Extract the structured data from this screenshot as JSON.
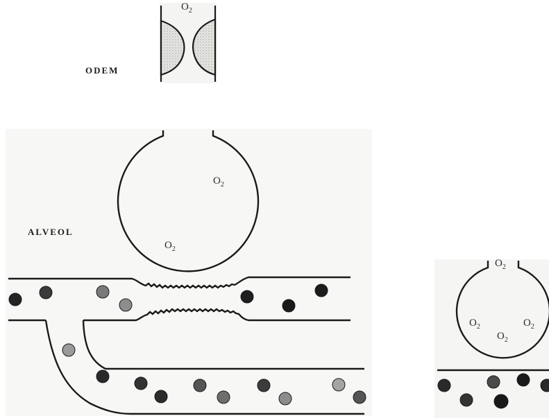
{
  "labels": {
    "odem": "ODEM",
    "alveol": "ALVEOL"
  },
  "gas": {
    "symbol": "O",
    "subscript": "2"
  },
  "colors": {
    "line": "#1a1a1a",
    "panel_shade": "#f4f4f2",
    "cell_dark": "#1e1e1e",
    "cell_light": "#8a8a8a"
  }
}
